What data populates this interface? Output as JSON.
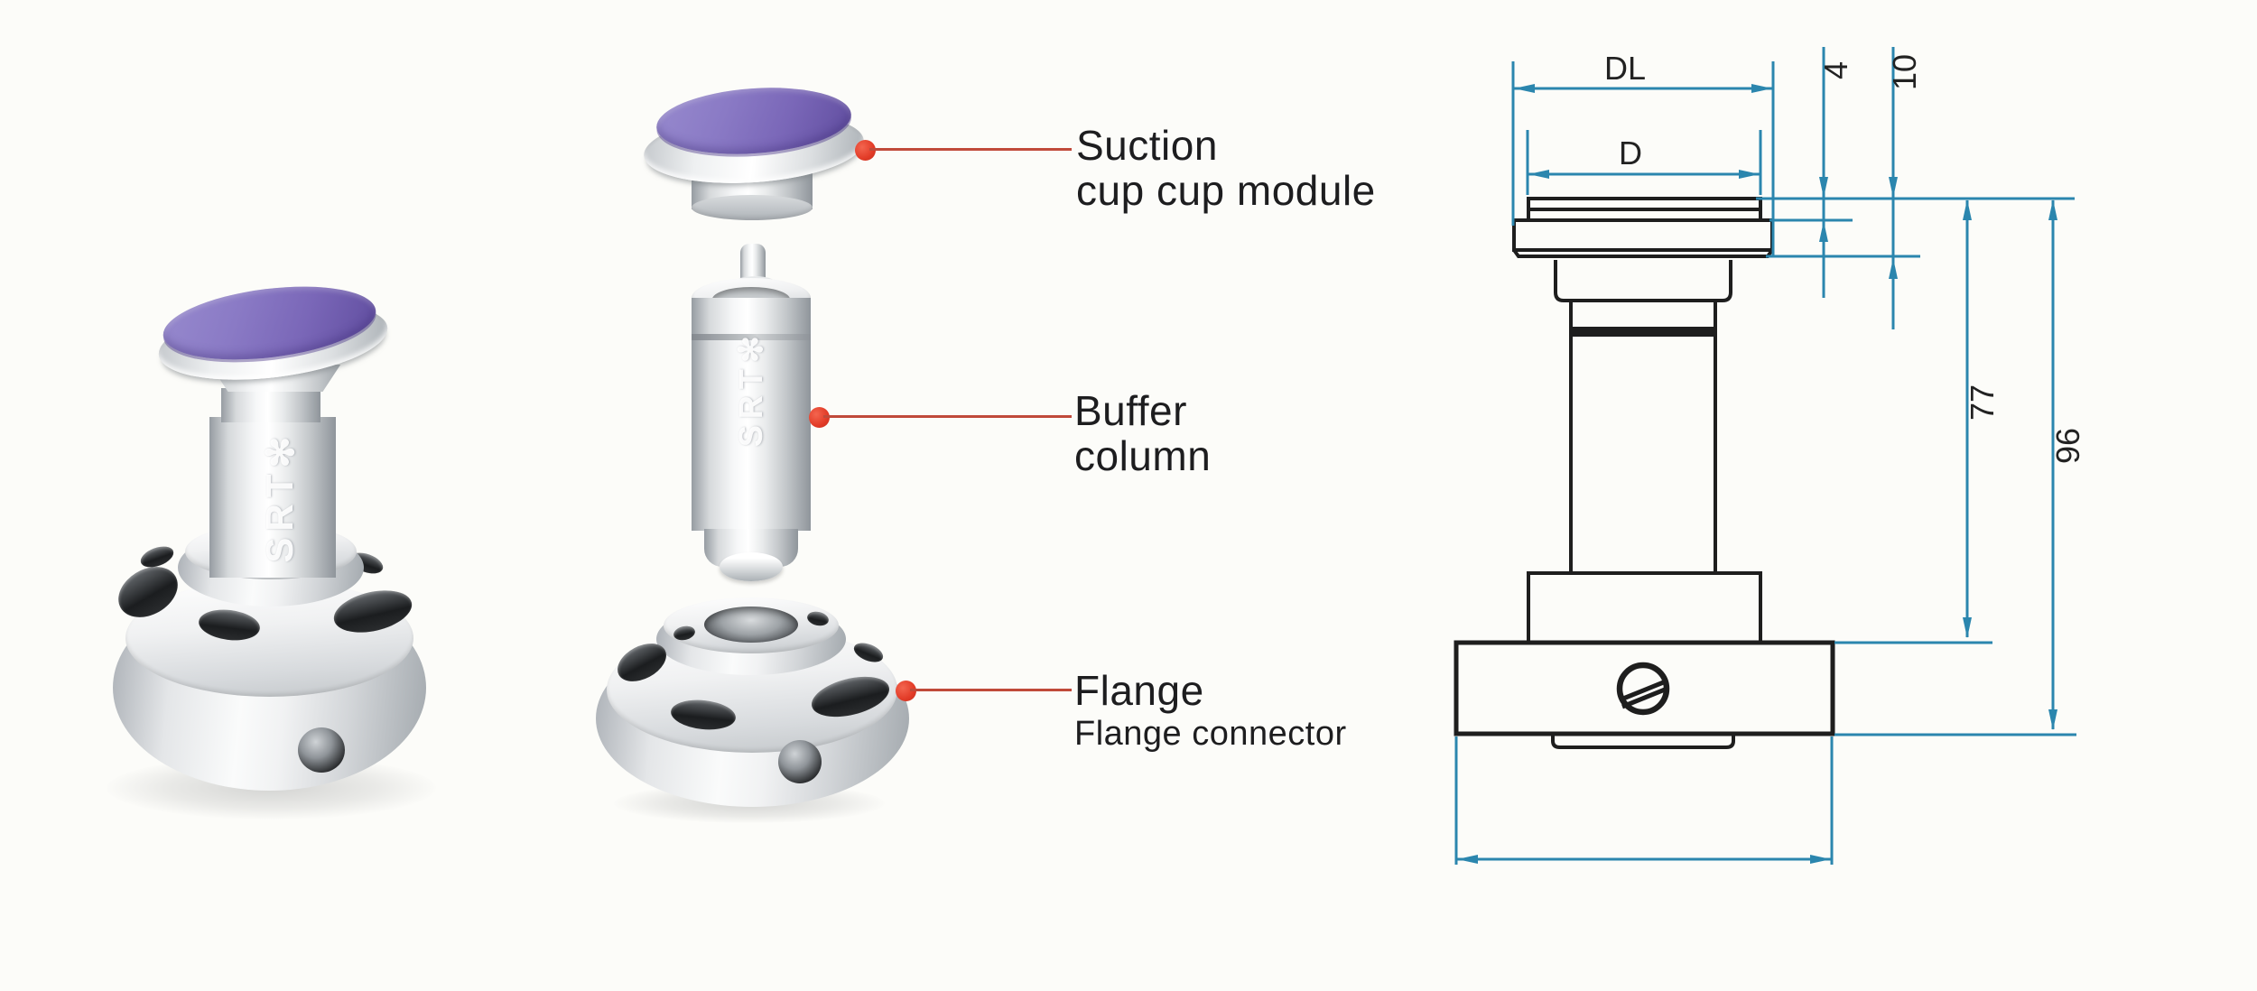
{
  "page": {
    "background": "#fcfcf9"
  },
  "colors": {
    "accent_red_dot": "#e23b27",
    "leader_line_red": "#c04a3a",
    "dimension_blue": "#2b86ae",
    "drawing_black": "#1e1e1e",
    "pad_purple": "#8a7ac5",
    "label_text": "#1d1d1f"
  },
  "branding": {
    "logo_text": "SRT",
    "logo_spark": "✻"
  },
  "exploded_view": {
    "callouts": [
      {
        "line1": "Suction",
        "line2": "cup cup module"
      },
      {
        "line1": "Buffer",
        "line2": "column"
      },
      {
        "line1": "Flange",
        "line2": "Flange connector"
      }
    ]
  },
  "technical_drawing": {
    "labels": {
      "outer_diameter": "DL",
      "pad_diameter": "D",
      "pad_thickness": "4",
      "head_height": "10",
      "body_height": "77",
      "overall_height": "96"
    }
  }
}
